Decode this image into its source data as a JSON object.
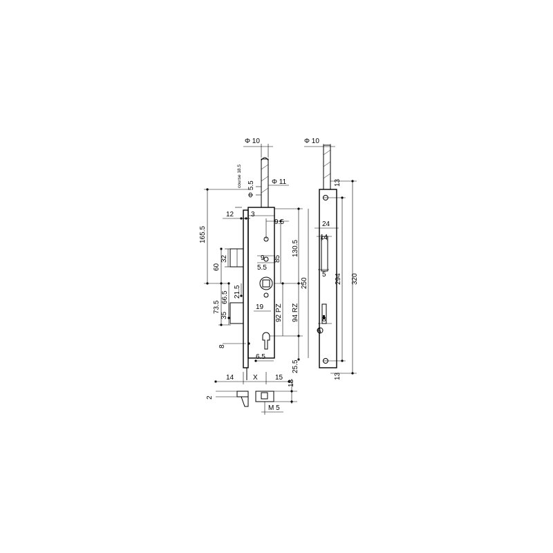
{
  "labels": {
    "phi10_left": "Φ 10",
    "phi10_right": "Φ 10",
    "course": "course 18.5",
    "phi55": "Φ 5.5",
    "phi11": "Φ 11",
    "d12": "12",
    "d3": "3",
    "d95": "9.5",
    "d1655": "165.5",
    "d32": "32",
    "d60": "60",
    "d9": "9",
    "d55": "5.5",
    "d85": "85",
    "d1305": "130.5",
    "d665": "66.5",
    "d215": "21.5",
    "d735": "73.5",
    "d35": "35",
    "d19": "19",
    "d92pz": "92 PZ",
    "d94rz": "94 RZ",
    "d250": "250",
    "d8_left": "8",
    "d65": "6.5",
    "d255": "25.5",
    "d14_bottom": "14",
    "dX": "X",
    "d15": "15",
    "d18": "18",
    "d2": "2",
    "dM5": "M 5",
    "d13_top": "13",
    "d24": "24",
    "d14_right": "14",
    "d5": "5",
    "d294": "294",
    "d320": "320",
    "d8_right": "8",
    "d6": "6",
    "d13_bottom": "13"
  }
}
